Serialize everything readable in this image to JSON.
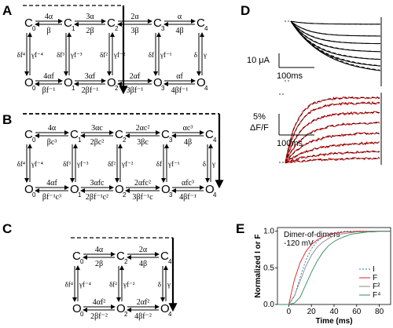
{
  "panels": {
    "A": {
      "label": "A",
      "states_top": [
        "C",
        "C",
        "C",
        "C",
        "C"
      ],
      "states_bot": [
        "O",
        "O",
        "O",
        "O",
        "O"
      ],
      "subs": [
        "0",
        "1",
        "2",
        "3",
        "4"
      ],
      "fwd_top": [
        "4α",
        "3α",
        "2α",
        "α"
      ],
      "bwd_top": [
        "β",
        "2β",
        "3β",
        "4β"
      ],
      "fwd_bot": [
        "4αf",
        "3αf",
        "2αf",
        "αf"
      ],
      "bwd_bot": [
        "βf⁻¹",
        "2βf⁻¹",
        "3βf⁻¹",
        "4βf⁻¹"
      ],
      "vert_left": [
        "δf⁴",
        "δf³",
        "δf²",
        "δf",
        "δ"
      ],
      "vert_right": [
        "γf⁻⁴",
        "γf⁻³",
        "γf⁻²",
        "γf⁻¹",
        "γ"
      ]
    },
    "B": {
      "label": "B",
      "states_top": [
        "C",
        "C",
        "C",
        "C",
        "C"
      ],
      "states_bot": [
        "O",
        "O",
        "O",
        "O",
        "O"
      ],
      "subs": [
        "0",
        "1",
        "2",
        "3",
        "4"
      ],
      "fwd_top": [
        "4α",
        "3αc",
        "2αc²",
        "αc³"
      ],
      "bwd_top": [
        "βc³",
        "2βc²",
        "3βc",
        "4β"
      ],
      "fwd_bot": [
        "4αf",
        "3αfc",
        "2αfc²",
        "αfc³"
      ],
      "bwd_bot": [
        "βf⁻¹c³",
        "2βf⁻¹c²",
        "3βf⁻¹c",
        "4βf⁻¹"
      ],
      "vert_left": [
        "δf⁴",
        "δf³",
        "δf²",
        "δf",
        "δ"
      ],
      "vert_right": [
        "γf⁻⁴",
        "γf⁻³",
        "γf⁻²",
        "γf⁻¹",
        "γ"
      ]
    },
    "C": {
      "label": "C",
      "states_top": [
        "C",
        "C",
        "C"
      ],
      "states_bot": [
        "O",
        "O",
        "O"
      ],
      "subs": [
        "0",
        "2",
        "4"
      ],
      "fwd_top": [
        "4α",
        "2α"
      ],
      "bwd_top": [
        "2β",
        "4β"
      ],
      "fwd_bot": [
        "4αf²",
        "2αf²"
      ],
      "bwd_bot": [
        "2βf⁻²",
        "4βf⁻²"
      ],
      "vert_left": [
        "δf⁴",
        "δf²",
        "δ"
      ],
      "vert_right": [
        "γf⁻⁴",
        "γf⁻²",
        "γ"
      ]
    },
    "D": {
      "label": "D",
      "current_scale": "10 μA",
      "current_time": "100ms",
      "fluor_scale": "5%",
      "fluor_axis": "ΔF/F",
      "fluor_time": "100ms",
      "current_levels": [
        0.05,
        0.25,
        0.38,
        0.52,
        0.66,
        0.79,
        0.9
      ],
      "current_taus": [
        20,
        22,
        24,
        28,
        32,
        38,
        45
      ],
      "fluor_levels": [
        0.96,
        0.88,
        0.74,
        0.59,
        0.44,
        0.3,
        0.17,
        0.07
      ],
      "fluor_taus": [
        15,
        17,
        20,
        24,
        28,
        35,
        42,
        55
      ]
    },
    "E": {
      "label": "E"
    }
  },
  "chart_data": {
    "type": "line",
    "title": "Dimer-of-dimers",
    "subtitle": "-120 mV",
    "xlabel": "Time (ms)",
    "ylabel": "Normalized I or F",
    "xlim": [
      -10,
      90
    ],
    "ylim": [
      0,
      1.05
    ],
    "xticks": [
      0,
      20,
      40,
      60,
      80
    ],
    "yticks": [
      0.0,
      0.5,
      1.0
    ],
    "x": [
      0,
      5,
      10,
      15,
      20,
      25,
      30,
      35,
      40,
      45,
      50,
      55,
      60,
      65,
      70,
      75,
      80,
      85,
      90
    ],
    "series": [
      {
        "name": "I",
        "color": "#1f77b4",
        "dash": "2,2",
        "values": [
          0,
          0.11,
          0.37,
          0.6,
          0.76,
          0.86,
          0.92,
          0.96,
          0.98,
          0.99,
          1,
          1,
          1,
          1,
          1,
          1,
          1,
          1,
          1
        ]
      },
      {
        "name": "F",
        "color": "#e02020",
        "dash": "",
        "values": [
          0,
          0.34,
          0.57,
          0.72,
          0.82,
          0.88,
          0.92,
          0.95,
          0.97,
          0.98,
          0.99,
          0.99,
          1,
          1,
          1,
          1,
          1,
          1,
          1
        ]
      },
      {
        "name": "F²",
        "color": "#888888",
        "dash": "",
        "values": [
          0,
          0.12,
          0.32,
          0.52,
          0.67,
          0.78,
          0.85,
          0.9,
          0.94,
          0.96,
          0.97,
          0.98,
          0.99,
          0.99,
          1,
          1,
          1,
          1,
          1
        ]
      },
      {
        "name": "F⁴",
        "color": "#2e8b57",
        "dash": "",
        "values": [
          0,
          0.02,
          0.1,
          0.27,
          0.44,
          0.59,
          0.71,
          0.8,
          0.86,
          0.9,
          0.93,
          0.96,
          0.97,
          0.98,
          0.99,
          0.99,
          1,
          1,
          1
        ]
      }
    ],
    "legend_position": "right"
  }
}
